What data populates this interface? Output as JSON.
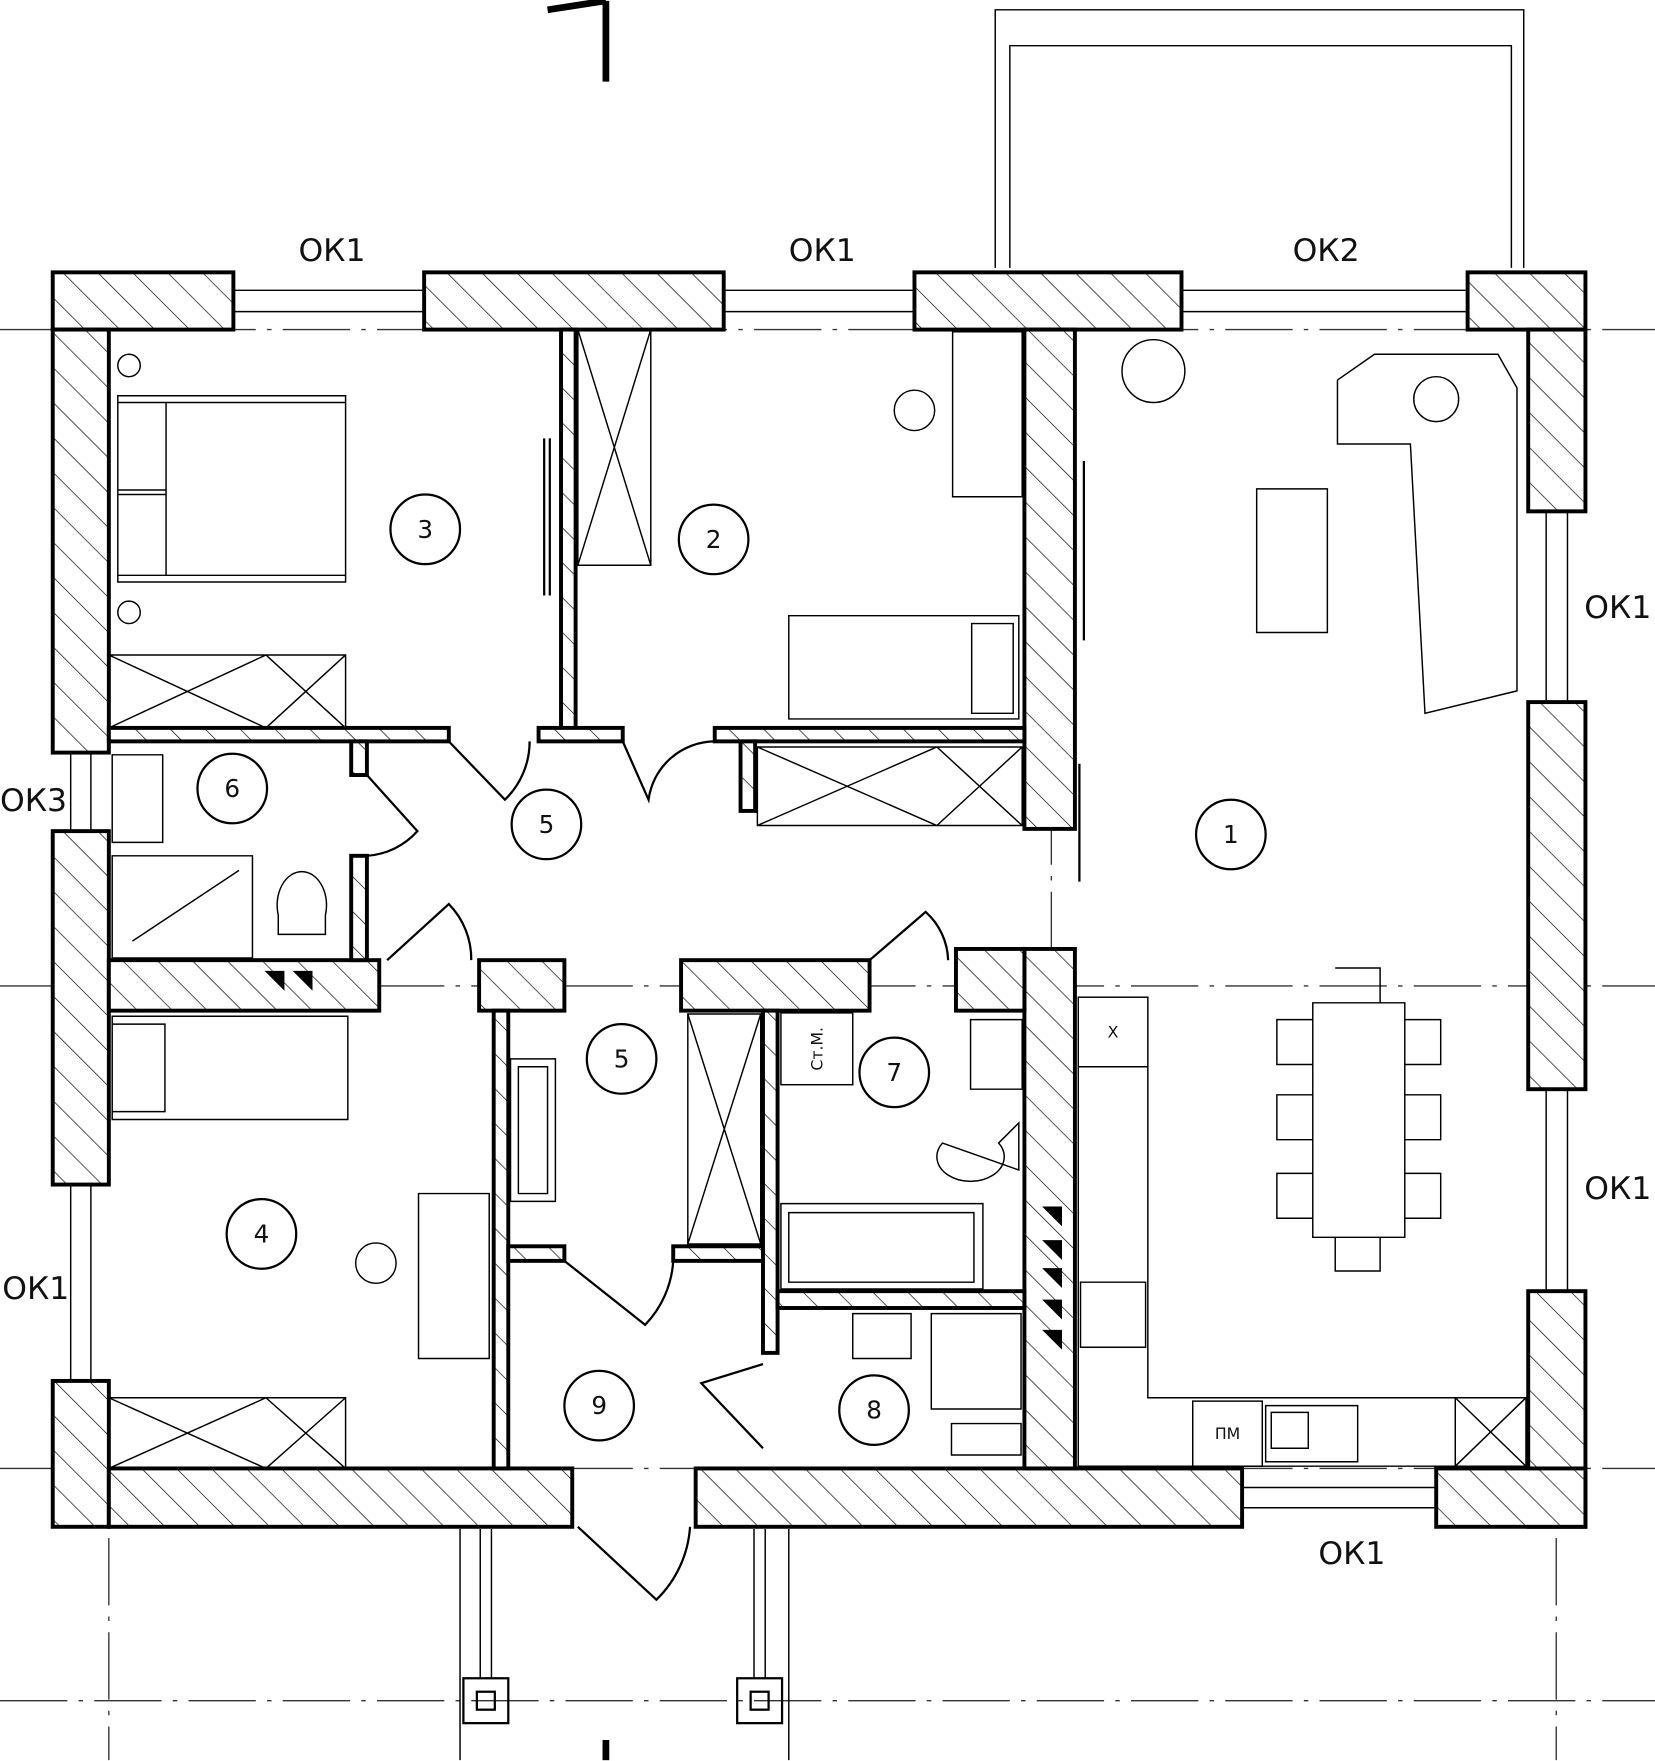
{
  "window_labels": {
    "top_left": "ОК1",
    "top_middle": "ОК1",
    "top_balcony": "ОК2",
    "right_upper": "ОК1",
    "right_lower": "ОК1",
    "left_bathroom": "ОК3",
    "left_lower": "ОК1",
    "bottom_kitchen": "ОК1"
  },
  "rooms": {
    "r1": "1",
    "r2": "2",
    "r3": "3",
    "r4": "4",
    "r5a": "5",
    "r5b": "5",
    "r6": "6",
    "r7": "7",
    "r8": "8",
    "r9": "9"
  },
  "annotations": {
    "washing_machine": "Ст.М.",
    "fridge": "Х",
    "dishwasher": "ПМ"
  }
}
